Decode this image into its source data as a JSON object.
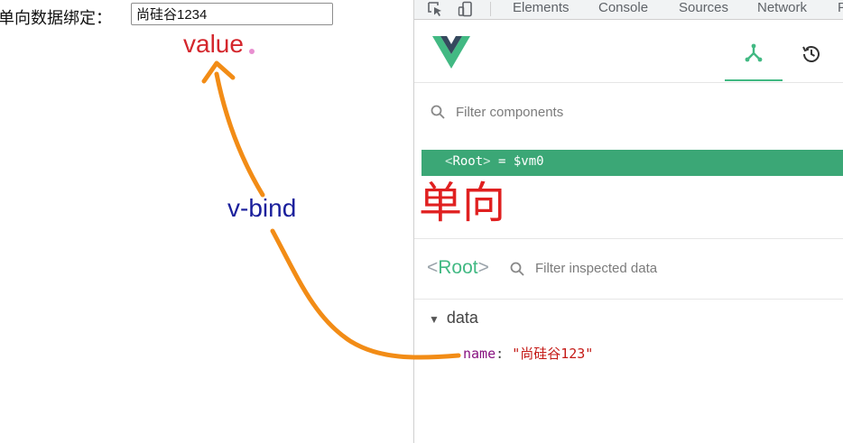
{
  "page": {
    "binding_label": "单向数据绑定：",
    "input_value": "尚硅谷1234"
  },
  "annotations": {
    "value": "value",
    "vbind": "v-bind",
    "single": "单向"
  },
  "devtools": {
    "tabs": [
      "Elements",
      "Console",
      "Sources",
      "Network",
      "P"
    ],
    "filter_components_placeholder": "Filter components",
    "root_tag": "Root",
    "root_vm": " = $vm0",
    "inspect_root": "Root",
    "filter_inspected_placeholder": "Filter inspected data",
    "data_section": "data",
    "prop_key": "name",
    "prop_value": "\"尚硅谷123\""
  },
  "colors": {
    "vue_green": "#42b983",
    "root_row_bg": "#3ba776",
    "arrow_orange": "#f28c16",
    "annotation_red": "#d4262c",
    "annotation_blue": "#1a1f9c"
  }
}
